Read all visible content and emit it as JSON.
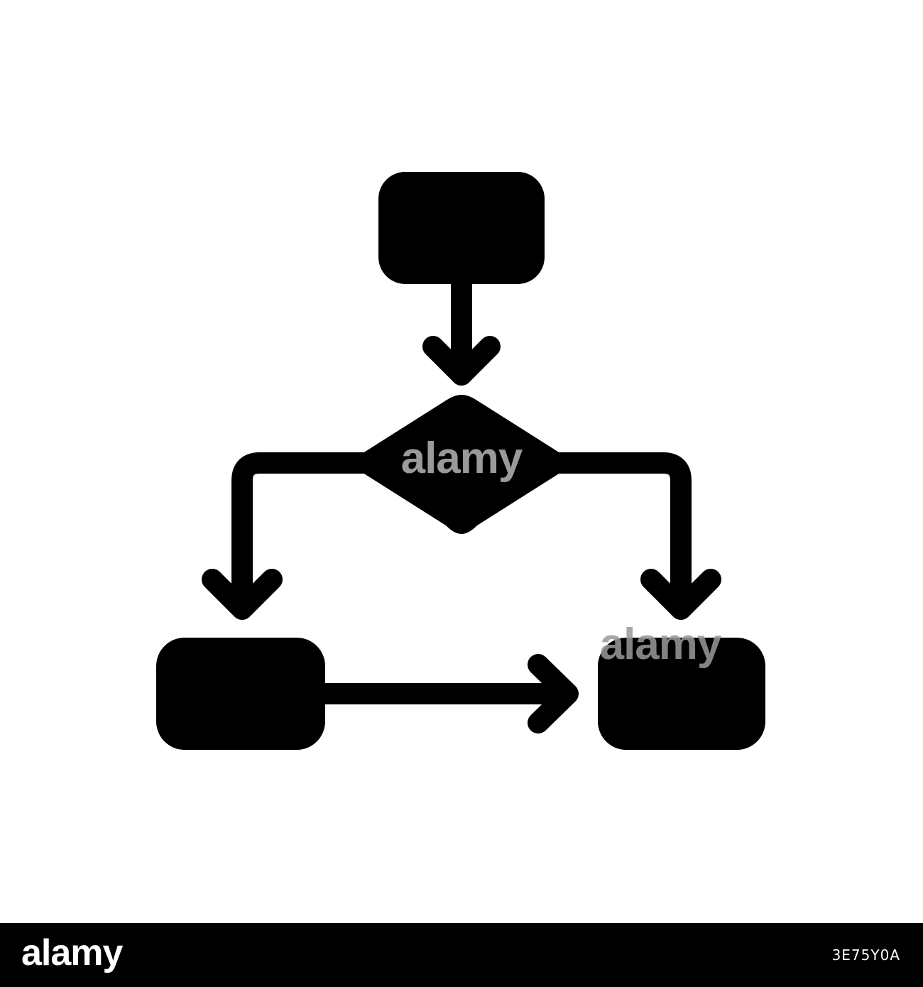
{
  "image": {
    "background_color": "#ffffff",
    "icon_name": "flowchart-icon",
    "icon_color": "#000000",
    "watermark_color": "#9a9a9a"
  },
  "watermark": {
    "center_text": "alamy",
    "node_text": "alamy"
  },
  "footer": {
    "background_color": "#000000",
    "brand": "alamy",
    "image_id": "3E75Y0A"
  }
}
